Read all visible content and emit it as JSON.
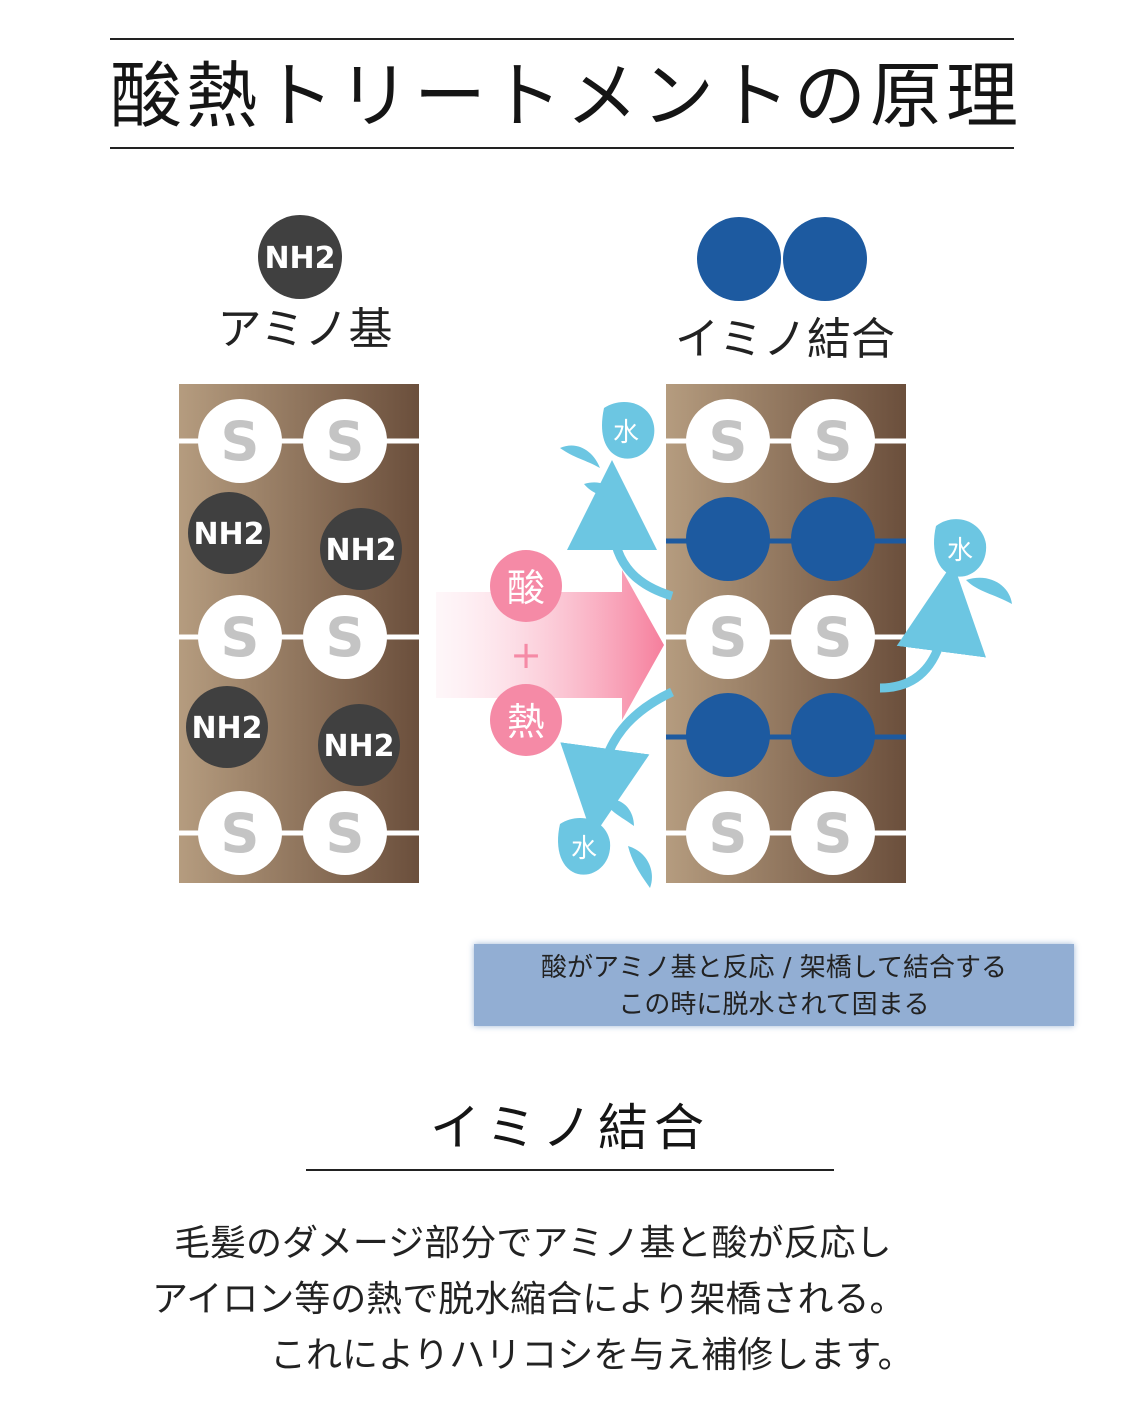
{
  "title": "酸熱トリートメントの原理",
  "left": {
    "group_label": "NH2",
    "group_name": "アミノ基",
    "rows": [
      "S",
      "NH2",
      "S",
      "NH2",
      "S"
    ]
  },
  "right": {
    "bond_name": "イミノ結合",
    "rows": [
      "S",
      "bond",
      "S",
      "bond",
      "S"
    ]
  },
  "process": {
    "acid": "酸",
    "plus": "+",
    "heat": "熱"
  },
  "water_label": "水",
  "atom_label": "S",
  "caption": {
    "line1": "酸がアミノ基と反応 / 架橋して結合する",
    "line2": "この時に脱水されて固まる"
  },
  "section": {
    "title": "イミノ結合",
    "lines": [
      "毛髪のダメージ部分でアミノ基と酸が反応し",
      "アイロン等の熱で脱水縮合により架橋される。",
      "これによりハリコシを与え補修します。"
    ]
  },
  "colors": {
    "hair_dark": "#6b4f3c",
    "hair_light": "#b59c7f",
    "amino": "#404040",
    "imino": "#1d5aa0",
    "water": "#6cc6e2",
    "acid_heat": "#f58aa6",
    "caption_bg": "#92aed3"
  }
}
